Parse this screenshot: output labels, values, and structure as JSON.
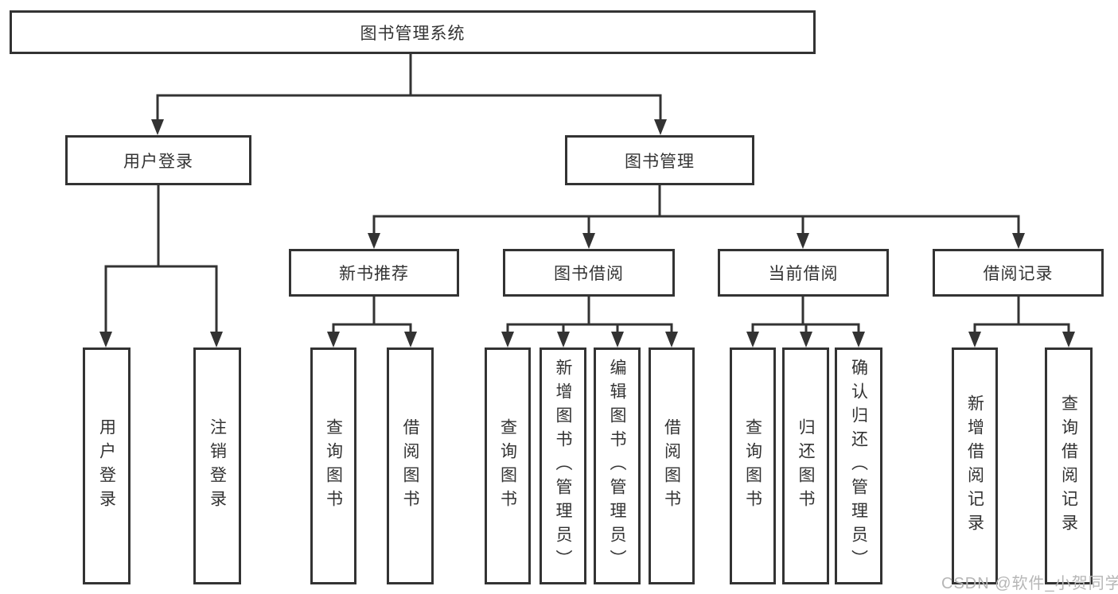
{
  "diagram_title": "图书管理系统",
  "nodes": {
    "root": {
      "label": "图书管理系统"
    },
    "user_login": {
      "label": "用户登录",
      "children": {
        "login": {
          "label": "用户登录"
        },
        "logout": {
          "label": "注销登录"
        }
      }
    },
    "book_management": {
      "label": "图书管理",
      "children": {
        "new_book_recommend": {
          "label": "新书推荐",
          "children": {
            "query_books": {
              "label": "查询图书"
            },
            "borrow_books": {
              "label": "借阅图书"
            }
          }
        },
        "book_borrowing": {
          "label": "图书借阅",
          "children": {
            "query_books": {
              "label": "查询图书"
            },
            "add_books": {
              "label": "新增图书（管理员）"
            },
            "edit_books": {
              "label": "编辑图书（管理员）"
            },
            "borrow_books": {
              "label": "借阅图书"
            }
          }
        },
        "current_borrowing": {
          "label": "当前借阅",
          "children": {
            "query_books": {
              "label": "查询图书"
            },
            "return_books": {
              "label": "归还图书"
            },
            "confirm_return": {
              "label": "确认归还（管理员）"
            }
          }
        },
        "borrowing_records": {
          "label": "借阅记录",
          "children": {
            "add_record": {
              "label": "新增借阅记录"
            },
            "query_record": {
              "label": "查询借阅记录"
            }
          }
        }
      }
    }
  },
  "watermark": {
    "text": "CSDN @软件_小贺同学"
  },
  "colors": {
    "line": "#333333",
    "box_border": "#333333",
    "text": "#333333",
    "watermark": "#b6b6b6",
    "background": "#ffffff"
  }
}
